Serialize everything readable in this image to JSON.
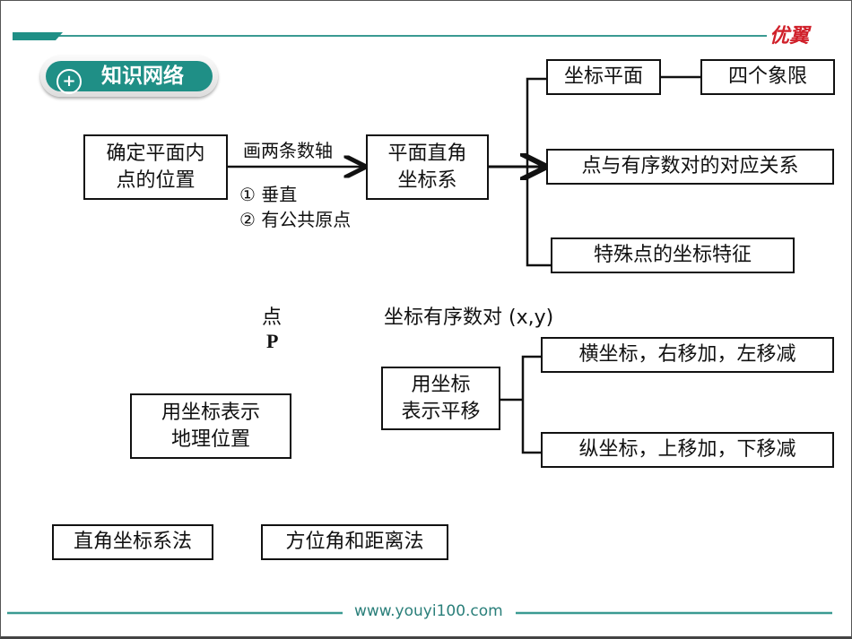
{
  "header": {
    "logo": "优翼",
    "section_title": "知识网络",
    "section_icon": "zoom-in-icon"
  },
  "diagram": {
    "root": "确定平面内\n点的位置",
    "arrow_label": "画两条数轴",
    "conditions": [
      "① 垂直",
      "② 有公共原点"
    ],
    "system": "平面直角\n坐标系",
    "branches": [
      "坐标平面",
      "点与有序数对的对应关系",
      "特殊点的坐标特征"
    ],
    "quadrants": "四个象限",
    "point_label": "点",
    "point_name": "P",
    "pair_label": "坐标有序数对 (x,y)",
    "translation": "用坐标\n表示平移",
    "translation_rules": [
      "横坐标，右移加，左移减",
      "纵坐标，上移加，下移减"
    ],
    "geo": "用坐标表示\n地理位置",
    "methods": [
      "直角坐标系法",
      "方位角和距离法"
    ]
  },
  "footer": {
    "url": "www.youyi100.com"
  },
  "colors": {
    "teal": "#1f8f86",
    "logo_red": "#d0202a"
  }
}
